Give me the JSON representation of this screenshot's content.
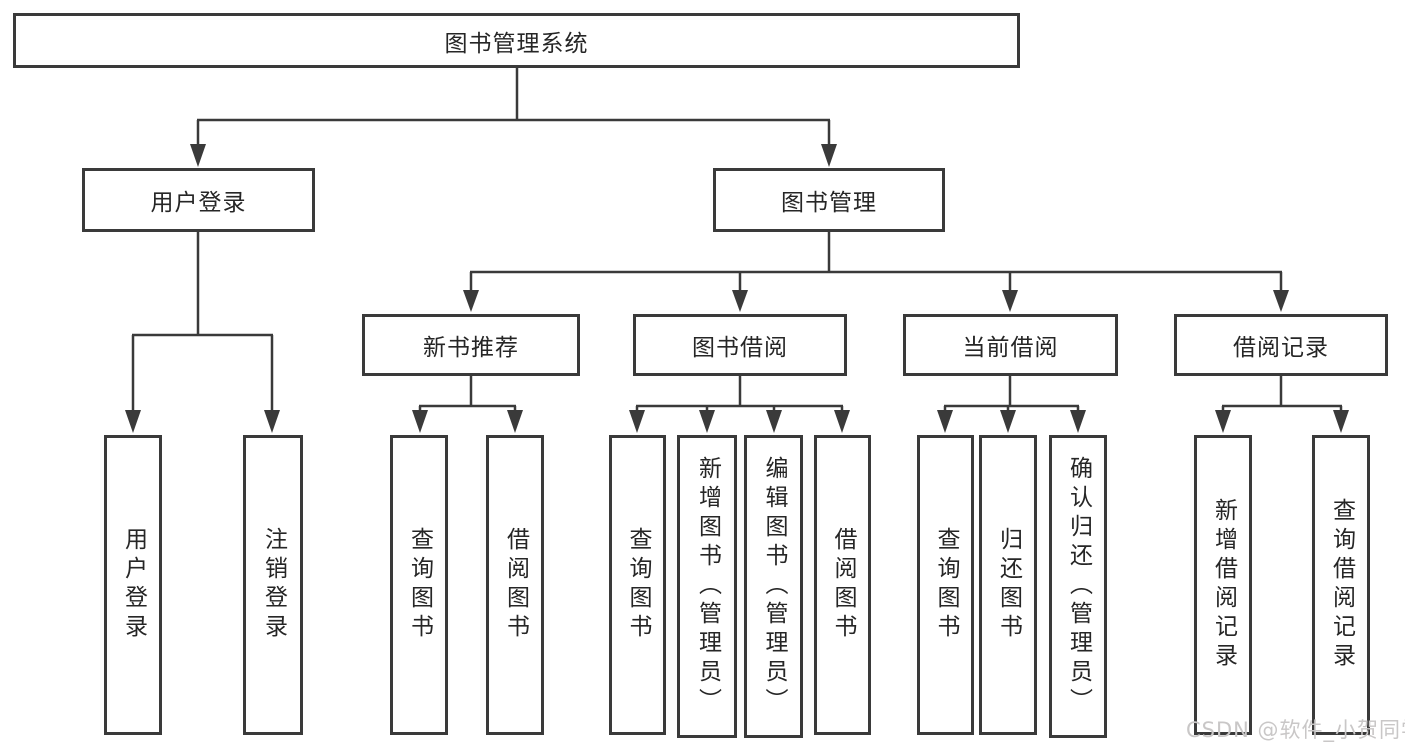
{
  "diagram": {
    "root": {
      "label": "图书管理系统"
    },
    "level2": [
      {
        "id": "user-login",
        "label": "用户登录"
      },
      {
        "id": "book-management",
        "label": "图书管理"
      }
    ],
    "level3": [
      {
        "id": "new-book-recommend",
        "label": "新书推荐",
        "parent": "图书管理"
      },
      {
        "id": "book-borrowing",
        "label": "图书借阅",
        "parent": "图书管理"
      },
      {
        "id": "current-borrowing",
        "label": "当前借阅",
        "parent": "图书管理"
      },
      {
        "id": "borrowing-records",
        "label": "借阅记录",
        "parent": "图书管理"
      }
    ],
    "leaves": [
      {
        "label": "用户登录",
        "parent": "用户登录"
      },
      {
        "label": "注销登录",
        "parent": "用户登录"
      },
      {
        "label": "查询图书",
        "parent": "新书推荐"
      },
      {
        "label": "借阅图书",
        "parent": "新书推荐"
      },
      {
        "label": "查询图书",
        "parent": "图书借阅"
      },
      {
        "label": "新增图书（管理员）",
        "parent": "图书借阅"
      },
      {
        "label": "编辑图书（管理员）",
        "parent": "图书借阅"
      },
      {
        "label": "借阅图书",
        "parent": "图书借阅"
      },
      {
        "label": "查询图书",
        "parent": "当前借阅"
      },
      {
        "label": "归还图书",
        "parent": "当前借阅"
      },
      {
        "label": "确认归还（管理员）",
        "parent": "当前借阅"
      },
      {
        "label": "新增借阅记录",
        "parent": "借阅记录"
      },
      {
        "label": "查询借阅记录",
        "parent": "借阅记录"
      }
    ]
  },
  "watermark": {
    "text": "CSDN @软件_小贺同学"
  },
  "colors": {
    "line": "#3a3a3a",
    "text": "#262626",
    "background": "#ffffff",
    "watermark": "#c9c7c7"
  }
}
